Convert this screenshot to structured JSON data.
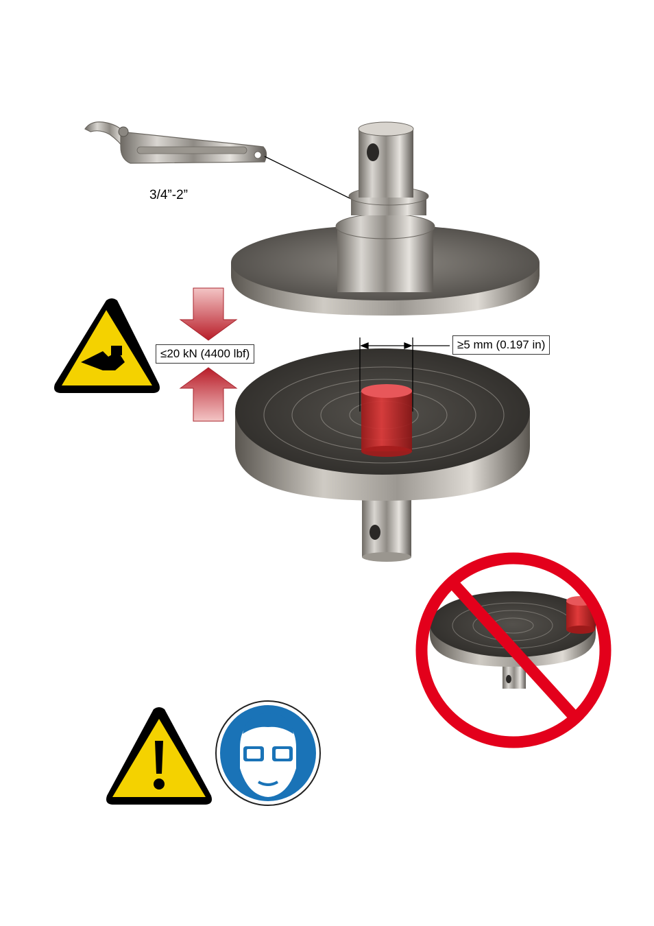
{
  "labels": {
    "wrench_size": "3/4”-2”",
    "force_limit": "≤20 kN (4400 lbf)",
    "min_distance": "≥5 mm (0.197 in)"
  },
  "symbols": {
    "crush_warning": "crush-hazard-warning-icon",
    "general_warning": "general-warning-icon",
    "eye_protection": "eye-protection-mandatory-icon",
    "prohibition": "prohibition-icon"
  },
  "colors": {
    "warning_yellow": "#f4d200",
    "mandatory_blue": "#1a73b7",
    "prohibition_red": "#e3001b",
    "specimen_red": "#d42a2a",
    "arrow_red": "#c9303a",
    "platen_dark": "#3a3834",
    "metal": "#b7b3ad"
  }
}
